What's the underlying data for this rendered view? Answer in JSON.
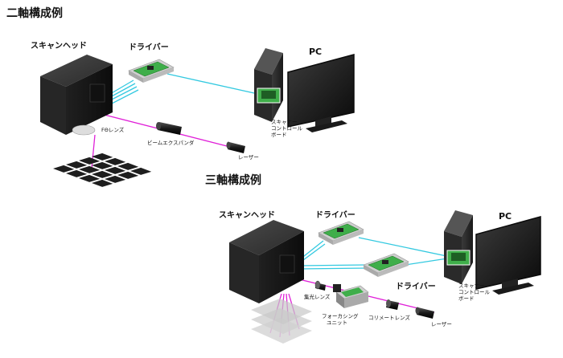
{
  "sections": {
    "two_axis_title": "二軸構成例",
    "three_axis_title": "三軸構成例"
  },
  "two_axis": {
    "scan_head": "スキャンヘッド",
    "driver": "ドライバー",
    "pc": "PC",
    "scanner_port": [
      "スキャナー",
      "コントロール",
      "ボード"
    ],
    "f_theta_lens": "FΘレンズ",
    "beam_expander": "ビームエクスパンダ",
    "laser": "レーザー"
  },
  "three_axis": {
    "scan_head": "スキャンヘッド",
    "driver_top": "ドライバー",
    "driver_right": "ドライバー",
    "pc": "PC",
    "scanner_port": [
      "スキャナー",
      "コントロール",
      "ボード"
    ],
    "condenser_lens": "集光レンズ",
    "focusing_unit": [
      "フォーカシング",
      "ユニット"
    ],
    "collimator_lens": "コリメートレンズ",
    "laser": "レーザー"
  },
  "colors": {
    "signal_line": "#33c9e0",
    "laser_beam": "#e020d8",
    "board_green": "#3fae4a",
    "device_dark": "#1c1c1c"
  }
}
